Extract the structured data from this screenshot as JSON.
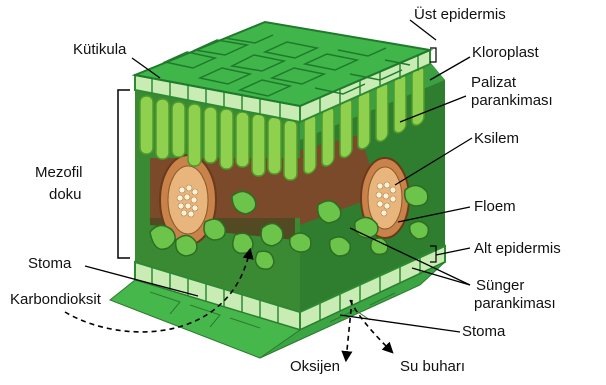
{
  "labels": {
    "ust_epidermis": "Üst epidermis",
    "kutikula": "Kütikula",
    "kloroplast": "Kloroplast",
    "palizat_line1": "Palizat",
    "palizat_line2": "parankiması",
    "ksilem": "Ksilem",
    "mezofil_line1": "Mezofil",
    "mezofil_line2": "doku",
    "floem": "Floem",
    "alt_epidermis": "Alt epidermis",
    "stoma_left": "Stoma",
    "karbondioksit": "Karbondioksit",
    "sunger_line1": "Sünger",
    "sunger_line2": "parankiması",
    "stoma_right": "Stoma",
    "oksijen": "Oksijen",
    "su_buhari": "Su buharı"
  },
  "colors": {
    "top_surface": "#3fb54a",
    "top_cell_lines": "#1f7a2c",
    "palisade": "#8fd14f",
    "palisade_dark": "#4f9a2a",
    "interior": "#2f7d2e",
    "bundle_wood": "#7a4a2a",
    "xylem_fill": "#e8b57d",
    "lower_surface": "#46b84b",
    "epidermis_cells": "#c9ecb4",
    "label_text": "#111111",
    "leader_lines": "#000000"
  }
}
